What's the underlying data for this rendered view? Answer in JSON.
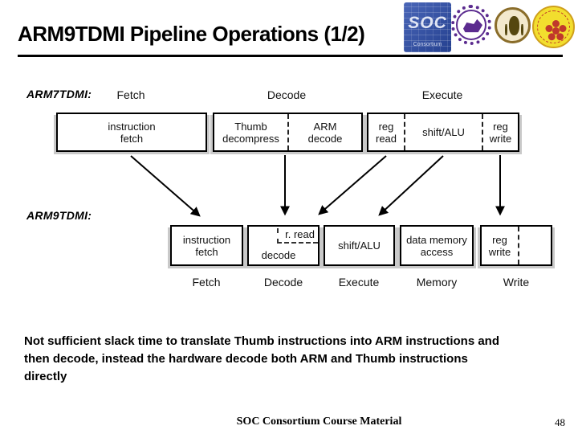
{
  "header": {
    "title": "ARM9TDMI Pipeline Operations (1/2)"
  },
  "logos": {
    "soc_text": "SOC",
    "soc_subtext": "Consortium",
    "items": [
      "soc-chip-logo",
      "purple-university-seal",
      "gold-university-seal",
      "yellow-university-seal"
    ]
  },
  "diagram": {
    "arm7": {
      "label": "ARM7TDMI:",
      "stages": [
        "Fetch",
        "Decode",
        "Execute"
      ],
      "cells": {
        "instruction_fetch": "instruction\nfetch",
        "thumb_decompress": "Thumb\ndecompress",
        "arm_decode": "ARM\ndecode",
        "reg_read": "reg\nread",
        "shift_alu": "shift/ALU",
        "reg_write": "reg\nwrite"
      }
    },
    "arm9": {
      "label": "ARM9TDMI:",
      "stages": [
        "Fetch",
        "Decode",
        "Execute",
        "Memory",
        "Write"
      ],
      "cells": {
        "instruction_fetch": "instruction\nfetch",
        "reg_read": "r. read",
        "decode": "decode",
        "shift_alu": "shift/ALU",
        "data_memory_access": "data memory\naccess",
        "reg_write": "reg\nwrite"
      }
    }
  },
  "body_text": "Not sufficient slack time to translate Thumb instructions into ARM instructions and\nthen decode, instead the hardware decode both ARM and Thumb instructions\ndirectly",
  "footer": {
    "center": "SOC Consortium Course Material",
    "page_number": "48"
  },
  "colors": {
    "text_black": "#000000",
    "shadow_gray": "#c9c9c9",
    "soc_blue": "#2f55a4",
    "seal_purple": "#5b2b8f",
    "seal_gold": "#8a6d2a",
    "seal_yellow": "#f2de2e",
    "seal_red": "#c0392b"
  }
}
